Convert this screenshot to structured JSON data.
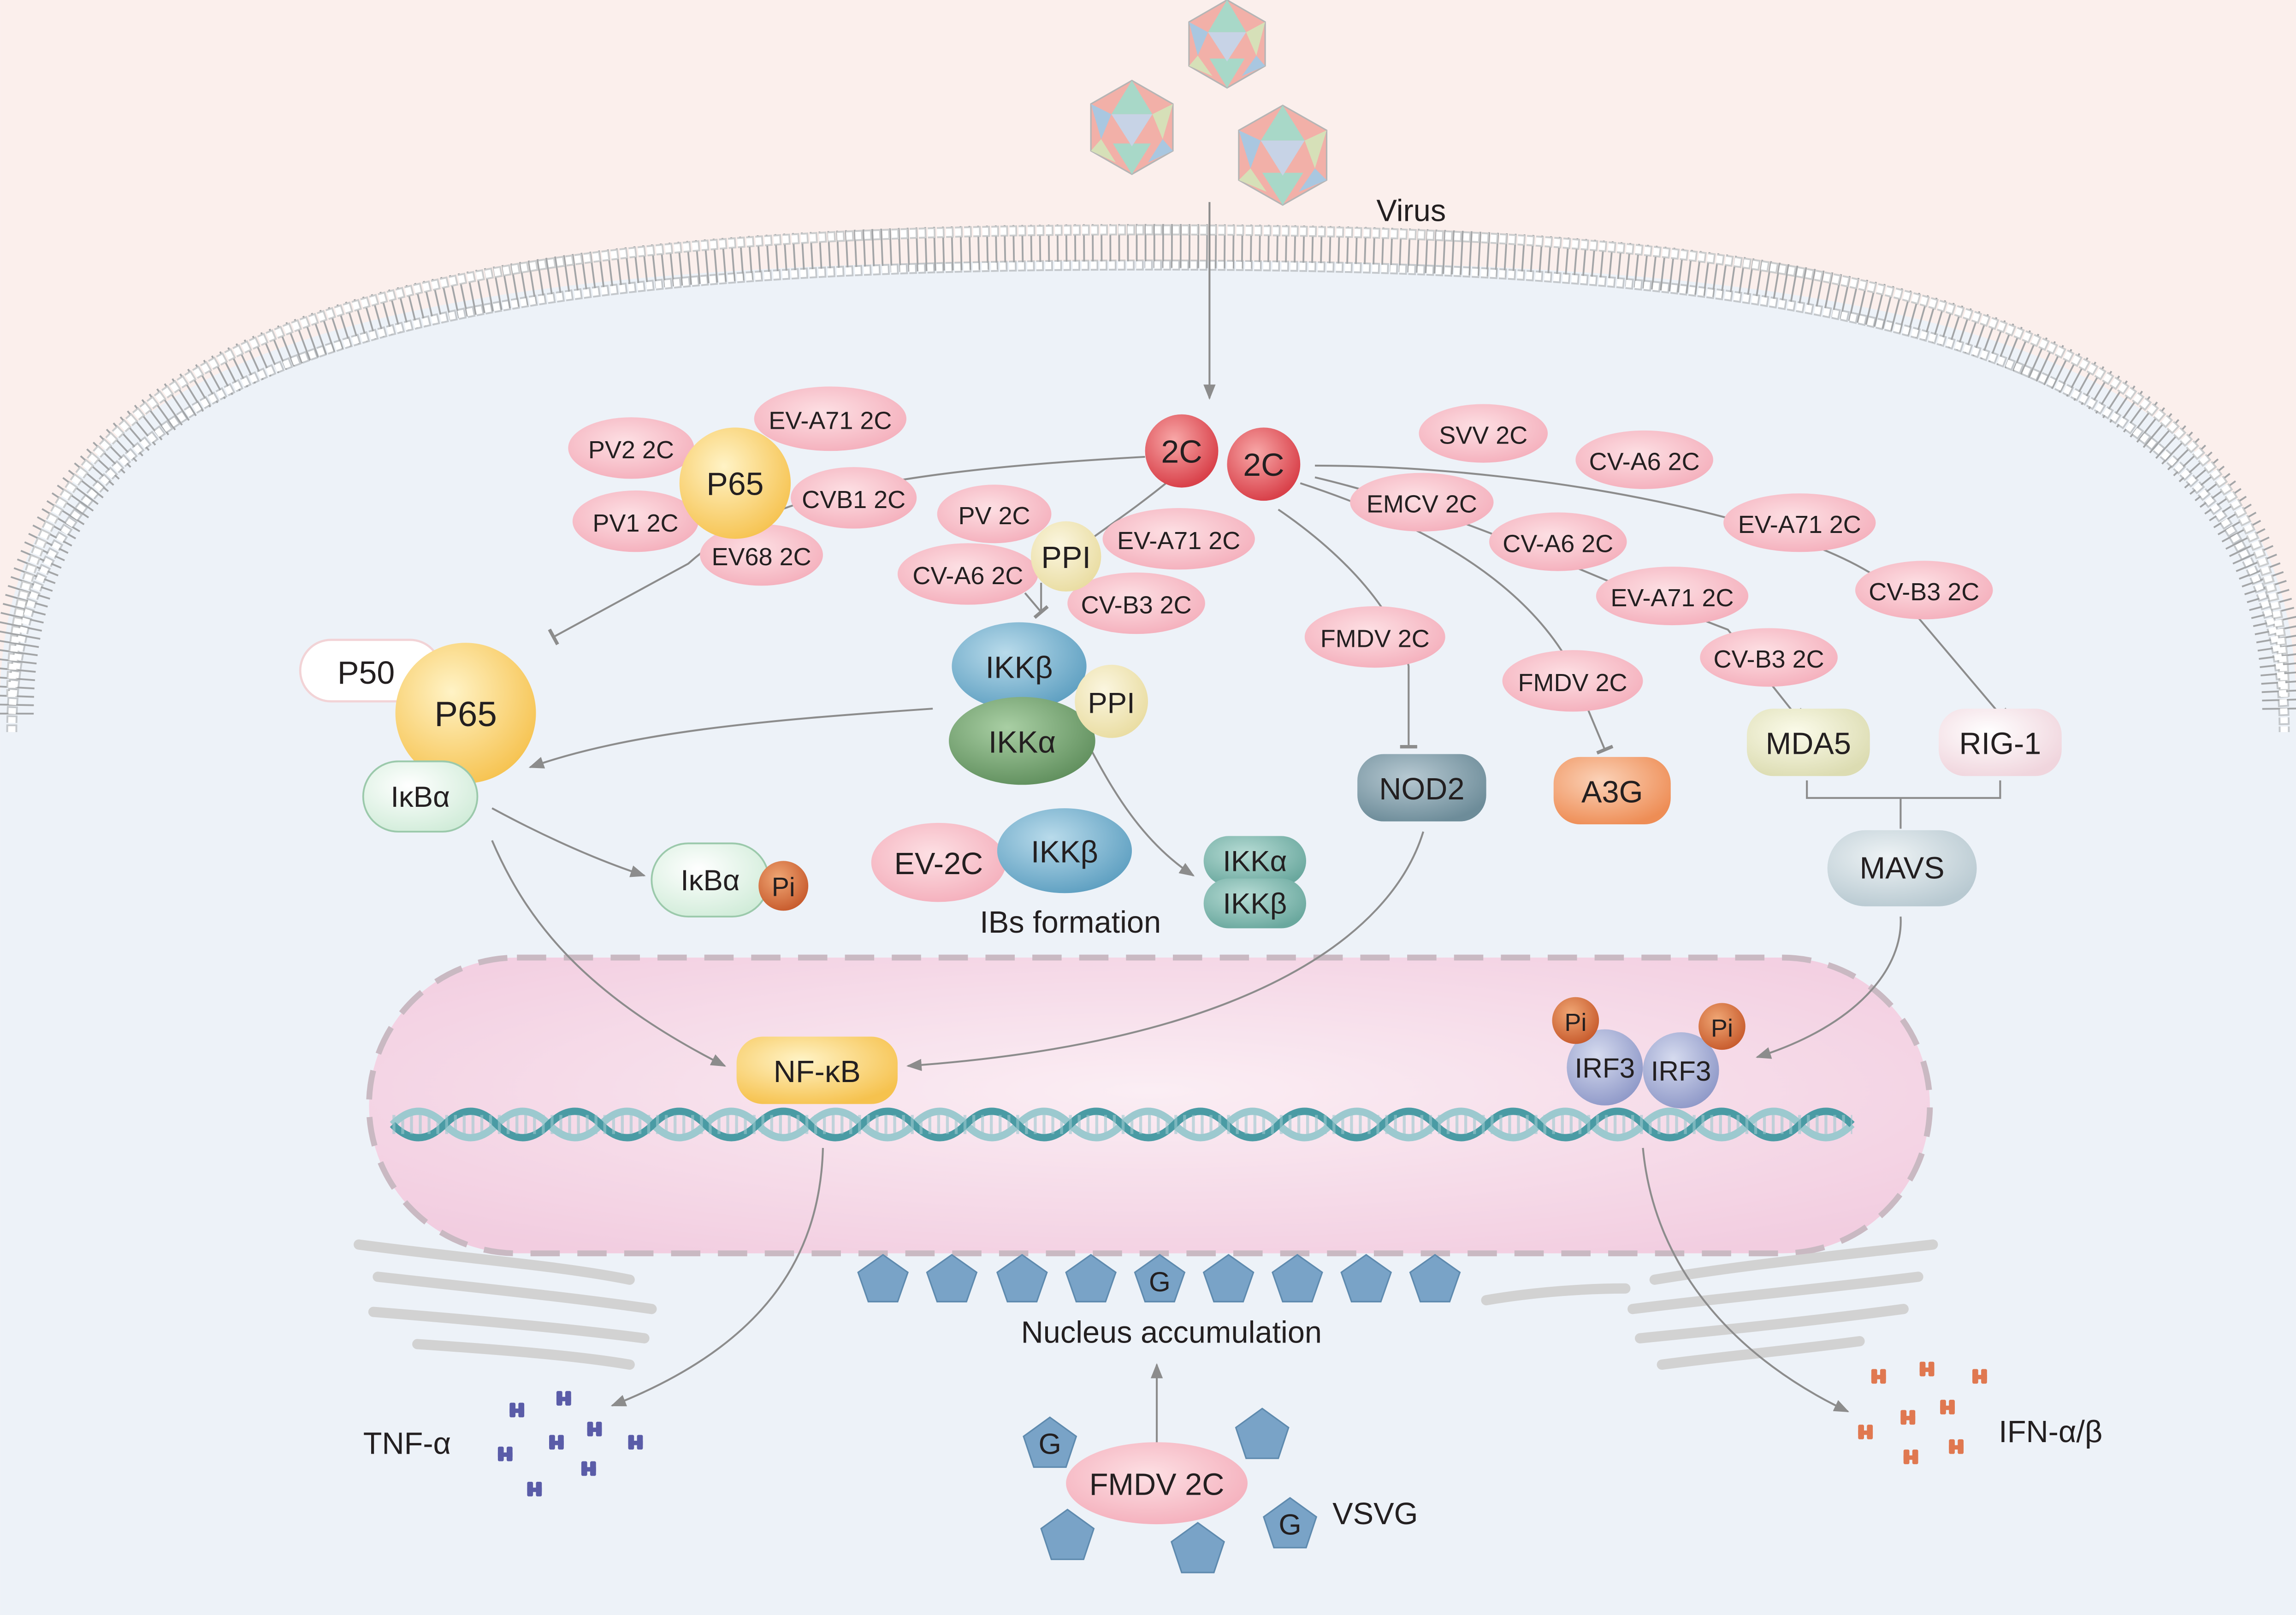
{
  "labels": {
    "virus": "Virus",
    "two_c": "2C",
    "pv2_2c": "PV2 2C",
    "pv1_2c": "PV1 2C",
    "p65": "P65",
    "ev_a71_2c": "EV-A71 2C",
    "cvb1_2c": "CVB1 2C",
    "ev68_2c": "EV68 2C",
    "pv_2c": "PV 2C",
    "cv_a6_2c": "CV-A6 2C",
    "ppi": "PPI",
    "cv_b3_2c": "CV-B3 2C",
    "svv_2c": "SVV 2C",
    "emcv_2c": "EMCV 2C",
    "fmdv_2c": "FMDV 2C",
    "p50": "P50",
    "ikba": "IκBα",
    "pi": "Pi",
    "ikkb": "IKKβ",
    "ikka": "IKKα",
    "ev_2c": "EV-2C",
    "ibs_formation": "IBs formation",
    "nod2": "NOD2",
    "a3g": "A3G",
    "mda5": "MDA5",
    "rig1": "RIG-1",
    "mavs": "MAVS",
    "nfkb": "NF-κB",
    "irf3": "IRF3",
    "g": "G",
    "nucleus_accumulation": "Nucleus accumulation",
    "tnf": "TNF-α",
    "ifn": "IFN-α/β",
    "vsvg": "VSVG"
  },
  "colors": {
    "extracellular": "#fbefec",
    "cytoplasm": "#edf2f8",
    "membrane": "#a7a9ab",
    "protein_2c": "#f4b9c2",
    "protein_2c_stroke": "#e07f8c",
    "p65": "#fbd26e",
    "ikkb": "#6ea9c7",
    "ikka": "#6e9b6a",
    "nucleus": "#f6d9e6",
    "dna": "#4a9ba4",
    "phosphate": "#d4743a",
    "irf3": "#9aa5d1",
    "vsvg": "#78a3c8",
    "tnf": "#5a5ca8",
    "ifn": "#e07850"
  }
}
